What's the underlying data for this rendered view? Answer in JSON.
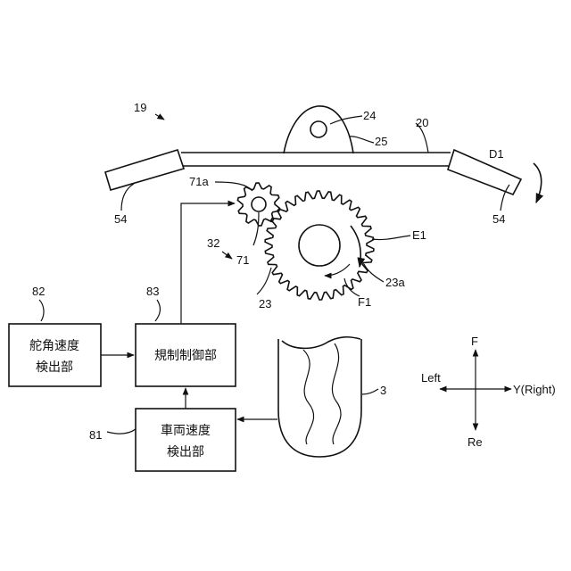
{
  "labels": {
    "ref_19": "19",
    "ref_24": "24",
    "ref_20": "20",
    "ref_25": "25",
    "ref_D1": "D1",
    "ref_71a": "71a",
    "ref_54_left": "54",
    "ref_54_right": "54",
    "ref_E1": "E1",
    "ref_32": "32",
    "ref_71": "71",
    "ref_23": "23",
    "ref_23a": "23a",
    "ref_F1": "F1",
    "ref_82": "82",
    "ref_83": "83",
    "ref_81": "81",
    "ref_3": "3"
  },
  "blocks": {
    "steering_angle_speed_detector": [
      "舵角速度",
      "検出部"
    ],
    "restriction_controller": [
      "規制制御部"
    ],
    "vehicle_speed_detector": [
      "車両速度",
      "検出部"
    ]
  },
  "axes": {
    "front": "F",
    "rear": "Re",
    "left": "Left",
    "right": "Y(Right)"
  }
}
